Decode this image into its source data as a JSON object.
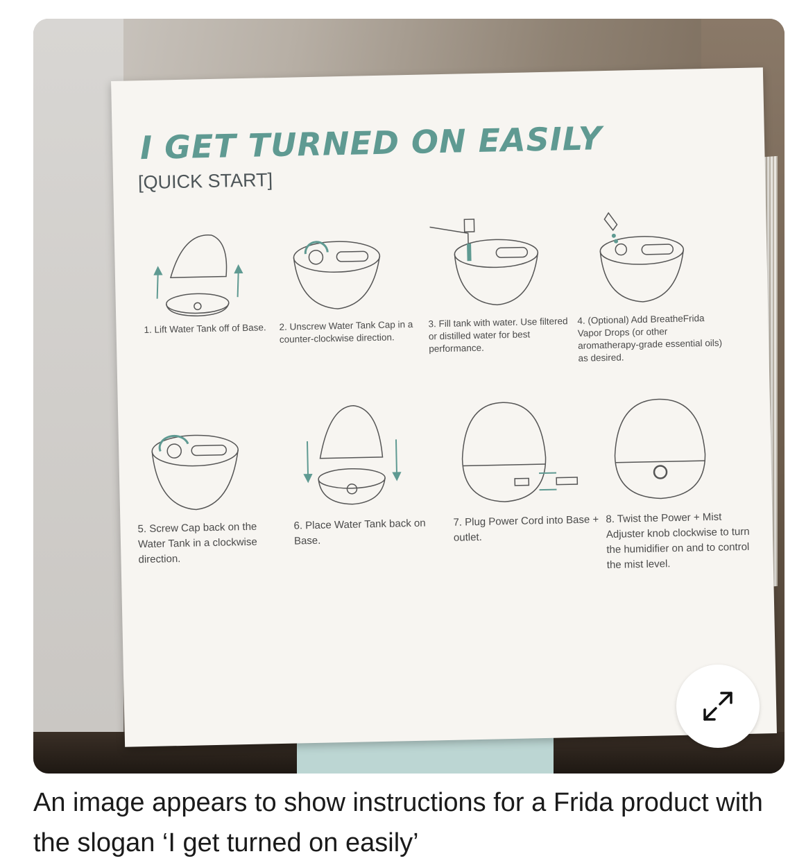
{
  "sheet": {
    "title": "I GET TURNED ON EASILY",
    "subtitle": "[QUICK START]"
  },
  "steps": [
    {
      "text": "1. Lift Water Tank off of Base."
    },
    {
      "text": "2. Unscrew Water Tank Cap in a counter-clockwise direction."
    },
    {
      "text": "3. Fill tank with water. Use filtered or distilled water for best performance."
    },
    {
      "text": "4. (Optional) Add BreatheFrida Vapor Drops (or other aromatherapy-grade essential oils) as desired."
    },
    {
      "text": "5. Screw Cap back on the Water Tank in a clockwise direction."
    },
    {
      "text": "6. Place Water Tank back on Base."
    },
    {
      "text": "7. Plug Power Cord into Base + outlet."
    },
    {
      "text": "8. Twist the Power + Mist Adjuster knob clockwise to turn the humidifier on and to control the mist level."
    }
  ],
  "caption": "An image appears to show instructions for a Frida product with the slogan ‘I get turned on easily’",
  "colors": {
    "accent": "#5f9a92",
    "text": "#1a1a1a"
  },
  "icons": {
    "expand": "expand-arrows-icon"
  }
}
